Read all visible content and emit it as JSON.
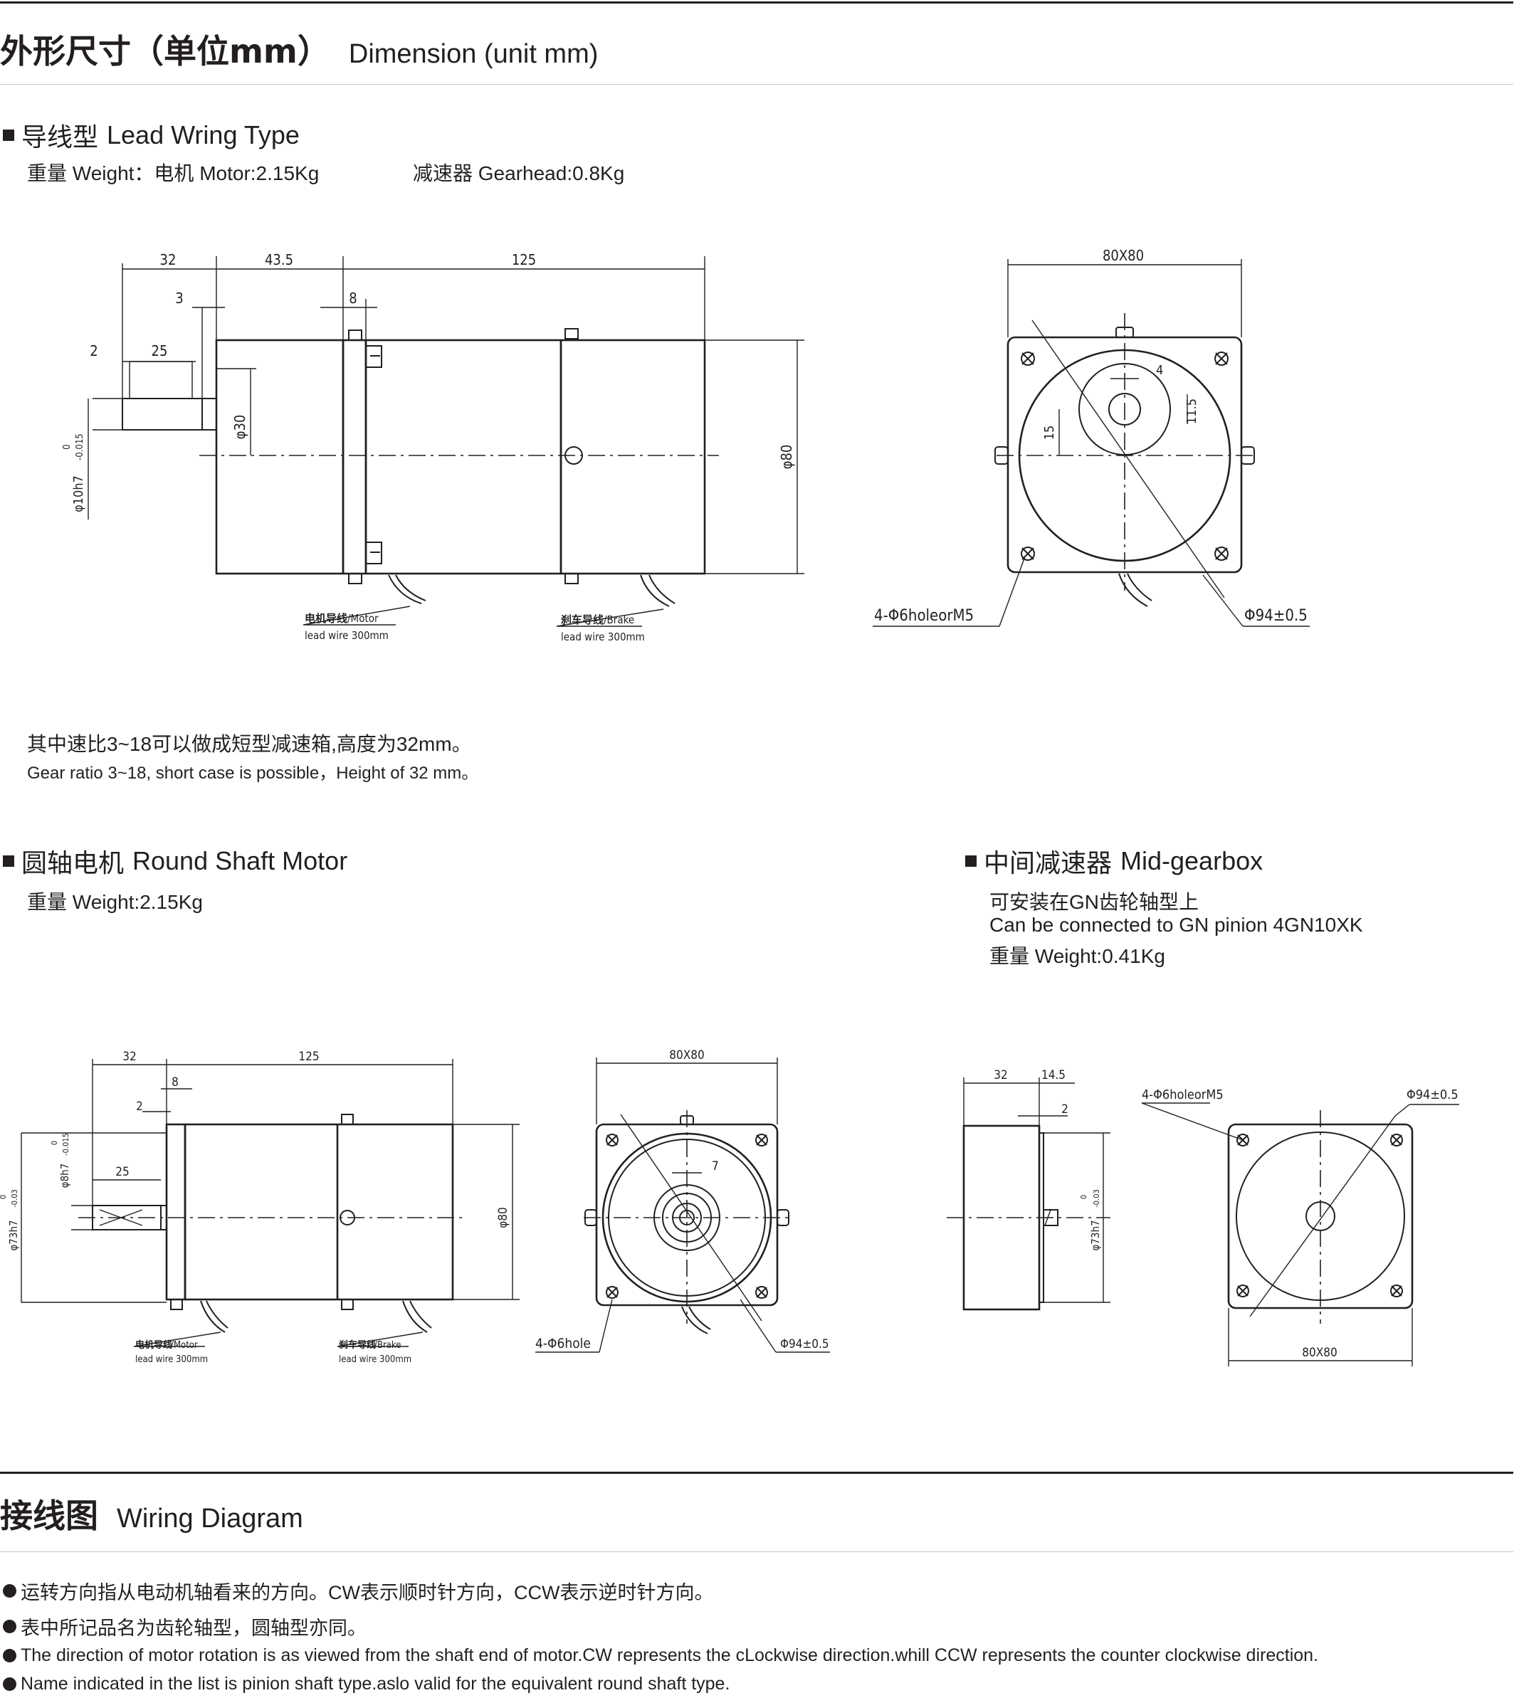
{
  "dimension_section": {
    "title_cn": "外形尺寸（单位mm）",
    "title_en": "Dimension (unit mm)"
  },
  "lead_wire_type": {
    "title_cn": "导线型",
    "title_en": "Lead Wring Type",
    "weight_motor": "重量 Weight：电机 Motor:2.15Kg",
    "weight_gearhead": "减速器 Gearhead:0.8Kg",
    "side_view": {
      "dims": {
        "d32": "32",
        "d43_5": "43.5",
        "d125": "125",
        "d3": "3",
        "d8": "8",
        "d2": "2",
        "d25": "25",
        "phi30": "φ30",
        "phi80": "φ80",
        "phi10": "φ10h7",
        "tol_up": "0",
        "tol_low": "-0.015"
      },
      "motor_label_cn": "电机导线",
      "motor_label_en": "/Motor",
      "motor_lead": "lead wire 300mm",
      "brake_label_cn": "刹车导线",
      "brake_label_en": "/Brake",
      "brake_lead": "lead wire 300mm"
    },
    "front_view": {
      "size": "80X80",
      "d4": "4",
      "d11_5": "11.5",
      "d15": "15",
      "holes": "4-Φ6holeorM5",
      "pcd": "Φ94±0.5"
    },
    "note_cn": "其中速比3~18可以做成短型减速箱,高度为32mm。",
    "note_en": "Gear ratio 3~18, short case is possible，Height of 32 mm。"
  },
  "round_shaft_motor": {
    "title_cn": "圆轴电机",
    "title_en": "Round Shaft Motor",
    "weight": "重量 Weight:2.15Kg",
    "side_view": {
      "dims": {
        "d32": "32",
        "d125": "125",
        "d8": "8",
        "d2": "2",
        "d25": "25",
        "phi80": "φ80",
        "phi8": "φ8h7",
        "phi8_tol_up": "0",
        "phi8_tol_low": "-0.015",
        "phi73": "φ73h7",
        "phi73_tol_up": "0",
        "phi73_tol_low": "-0.03"
      },
      "motor_label_cn": "电机导线",
      "motor_label_en": "/Motor",
      "motor_lead": "lead wire 300mm",
      "brake_label_cn": "刹车导线",
      "brake_label_en": "/Brake",
      "brake_lead": "lead wire 300mm"
    },
    "front_view": {
      "size": "80X80",
      "d7": "7",
      "holes": "4-Φ6hole",
      "pcd": "Φ94±0.5"
    }
  },
  "mid_gearbox": {
    "title_cn": "中间减速器",
    "title_en": "Mid-gearbox",
    "line1": "可安装在GN齿轮轴型上",
    "line2": "Can be connected to GN pinion 4GN10XK",
    "line3": "重量 Weight:0.41Kg",
    "side_view": {
      "d32": "32",
      "d14_5": "14.5",
      "d2": "2",
      "phi73": "φ73h7",
      "tol_up": "0",
      "tol_low": "-0.03"
    },
    "front_view": {
      "holes": "4-Φ6holeorM5",
      "pcd": "Φ94±0.5",
      "size": "80X80"
    }
  },
  "wiring_section": {
    "title_cn": "接线图",
    "title_en": "Wiring Diagram",
    "bullets": [
      "运转方向指从电动机轴看来的方向。CW表示顺时针方向，CCW表示逆时针方向。",
      "表中所记品名为齿轮轴型，圆轴型亦同。",
      "The direction of motor rotation is as viewed from the shaft end of motor.CW represents the cLockwise direction.whill CCW represents the counter clockwise direction.",
      "Name indicated in the list is pinion shaft type.aslo valid for the equivalent round shaft type."
    ]
  }
}
